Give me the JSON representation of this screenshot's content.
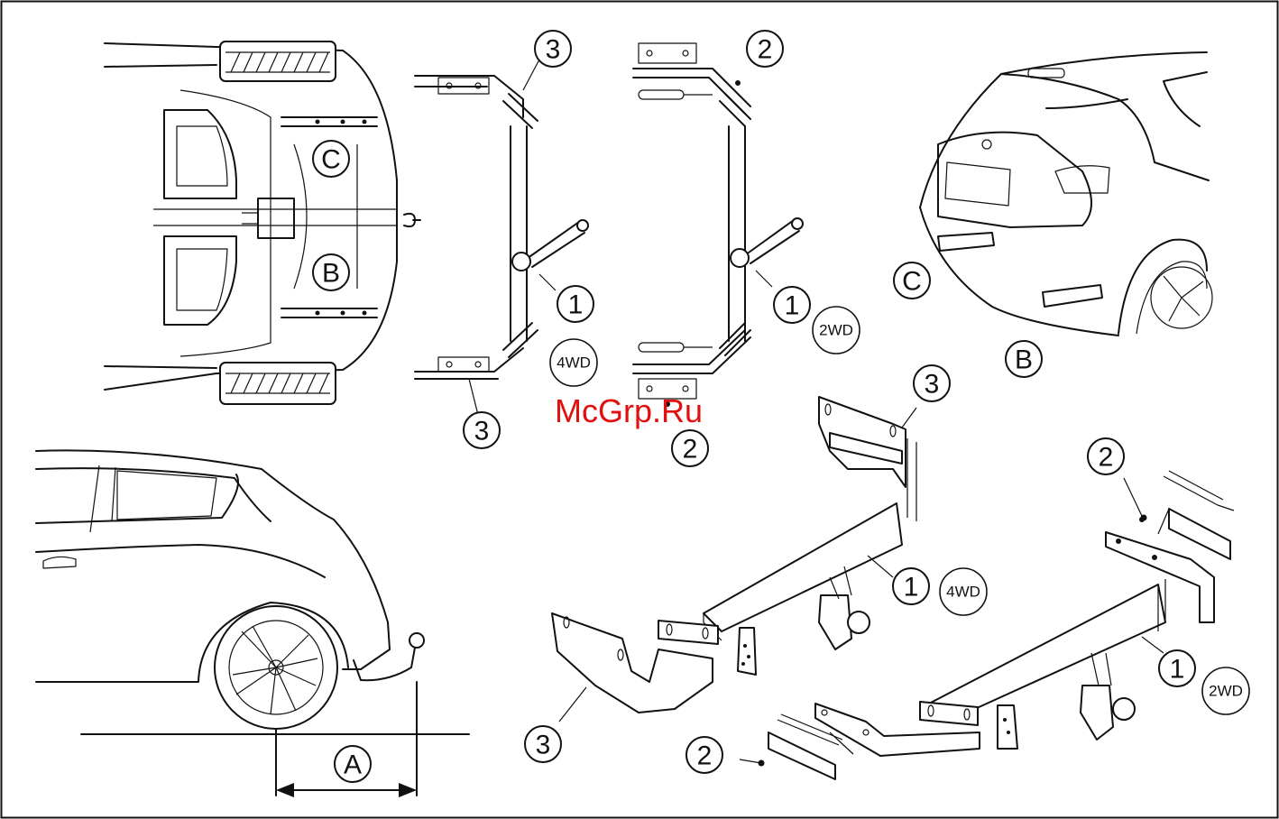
{
  "watermark": "McGrp.Ru",
  "callouts": {
    "part_1": "1",
    "part_2": "2",
    "part_3": "3",
    "point_a": "A",
    "point_b": "B",
    "point_c": "C"
  },
  "drive_labels": {
    "four_wd": "4WD",
    "two_wd": "2WD"
  },
  "colors": {
    "line": "#111111",
    "watermark": "#e01010",
    "background": "#ffffff"
  }
}
